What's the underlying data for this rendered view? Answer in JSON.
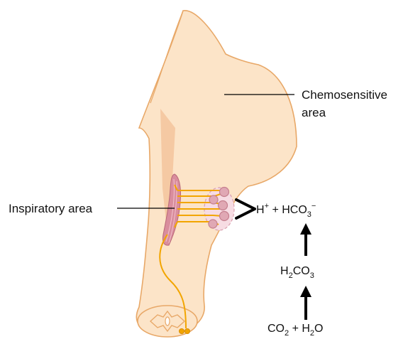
{
  "labels": {
    "chemosensitive_line1": "Chemosensitive",
    "chemosensitive_line2": "area",
    "inspiratory": "Inspiratory area"
  },
  "chemistry": {
    "top": {
      "a": "H",
      "a_sup": "+",
      "plus": " + HCO",
      "sub": "3",
      "sup": "−"
    },
    "middle": {
      "a": "H",
      "a_sub": "2",
      "b": "CO",
      "b_sub": "3"
    },
    "bottom": {
      "a": "CO",
      "a_sub": "2",
      "plus": " + H",
      "b_sub": "2",
      "tail": "O"
    }
  },
  "colors": {
    "brainstem_fill": "#FCE4C8",
    "brainstem_outline": "#E8A868",
    "shadow": "#F5C9A3",
    "nerve": "#F2A500",
    "neuron": "#E0A8B4",
    "neuron_outline": "#C57F8E",
    "area_fill": "#F7DCE3",
    "area_outline": "#D9A0AE",
    "muscle": "#D98D9D",
    "arrow": "#000000"
  }
}
